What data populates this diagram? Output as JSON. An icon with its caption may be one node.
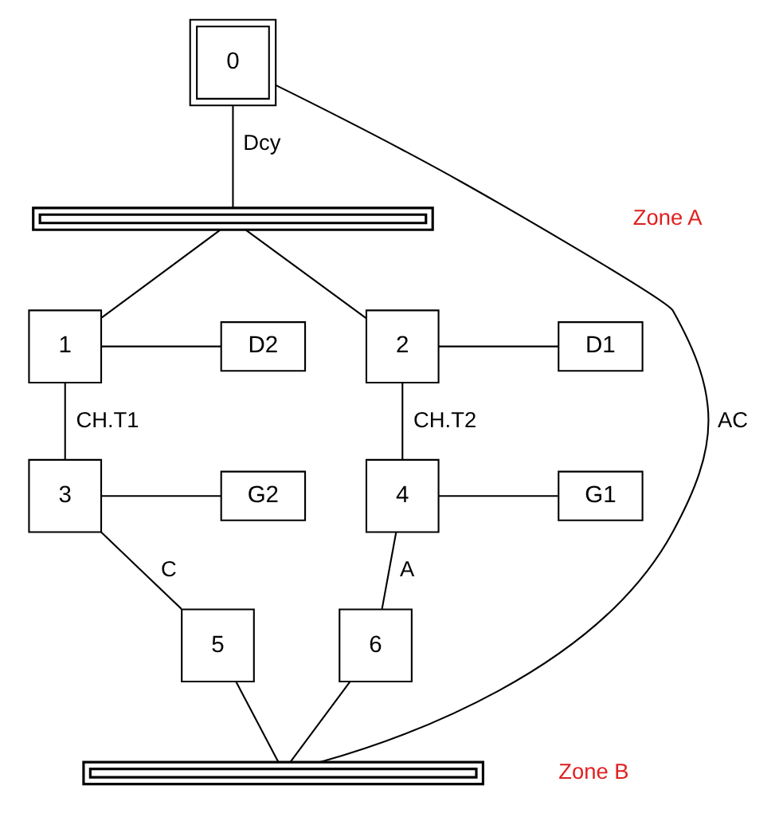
{
  "diagram": {
    "nodes": [
      {
        "text": [
          "0"
        ]
      },
      {
        "text": [
          "1"
        ]
      },
      {
        "text": [
          "D2"
        ]
      },
      {
        "text": [
          "2"
        ]
      },
      {
        "text": [
          "D1"
        ]
      },
      {
        "text": [
          "3"
        ]
      },
      {
        "text": [
          "G2"
        ]
      },
      {
        "text": [
          "4"
        ]
      },
      {
        "text": [
          "G1"
        ]
      },
      {
        "text": [
          "5"
        ]
      },
      {
        "text": [
          "6"
        ]
      },
      {
        "text": [],
        "shape": "bar"
      },
      {
        "text": [],
        "shape": "bar"
      }
    ],
    "edges": [
      {
        "from": 0,
        "to": 11,
        "arrow": "none",
        "label": "Dcy"
      },
      {
        "from": 11,
        "to": 1,
        "arrow": "none"
      },
      {
        "from": 11,
        "to": 3,
        "arrow": "none"
      },
      {
        "from": 1,
        "to": 2,
        "arrow": "none"
      },
      {
        "from": 3,
        "to": 4,
        "arrow": "none"
      },
      {
        "from": 1,
        "to": 5,
        "arrow": "none",
        "label": "CH.T1"
      },
      {
        "from": 3,
        "to": 7,
        "arrow": "none",
        "label": "CH.T2"
      },
      {
        "from": 5,
        "to": 6,
        "arrow": "none"
      },
      {
        "from": 7,
        "to": 8,
        "arrow": "none"
      },
      {
        "from": 5,
        "to": 9,
        "arrow": "none",
        "label": "C"
      },
      {
        "from": 7,
        "to": 10,
        "arrow": "none",
        "label": "A"
      },
      {
        "from": 9,
        "to": 12,
        "arrow": "none"
      },
      {
        "from": 10,
        "to": 12,
        "arrow": "none"
      },
      {
        "from": 12,
        "to": 0,
        "arrow": "none",
        "label": "AC"
      }
    ],
    "labels": [
      "Zone A",
      "Zone B"
    ]
  }
}
